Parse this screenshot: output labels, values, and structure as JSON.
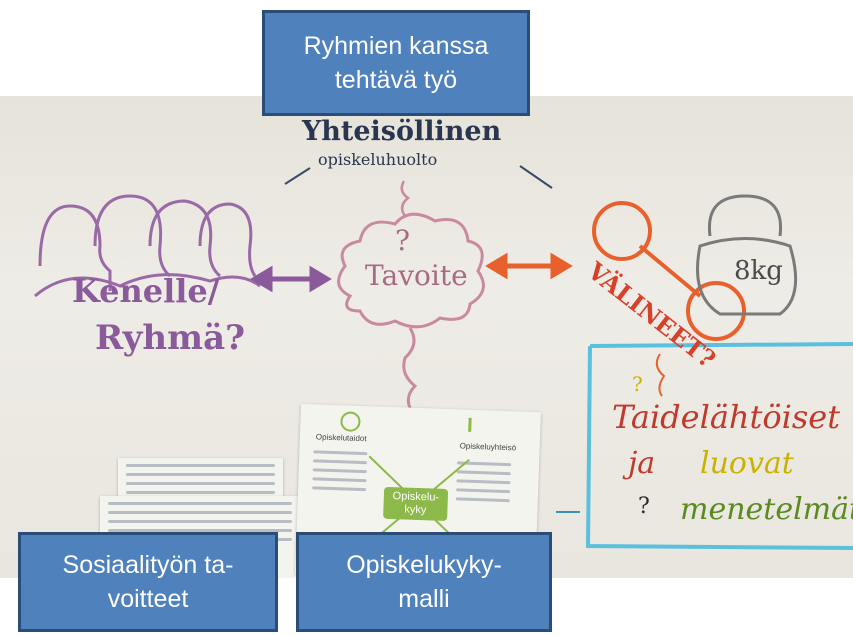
{
  "labels": {
    "top": "Ryhmien kanssa\ntehtävä työ",
    "bottom_left": "Sosiaalityön ta-\nvoitteet",
    "bottom_middle": "Opiskelukyky-\nmalli"
  },
  "handwriting": {
    "title_line1": "Yhteisöllinen",
    "title_line2": "opiskeluhuolto",
    "kenelle": "Kenelle/",
    "ryhma": "Ryhmä?",
    "tavoite": "Tavoite",
    "question_mark": "?",
    "valineet": "VÄLINEET?",
    "weight": "8kg",
    "taidelahtoiset": "Taidelähtöiset",
    "ja": "ja",
    "luovat": "luovat",
    "menetelmat": "menetelmät",
    "q_small": "?"
  },
  "sheet": {
    "center_label": "Opiskelu-\nkyky",
    "left_heading": "Opiskelutaidot",
    "right_heading": "Opiskeluyhteisö"
  },
  "colors": {
    "label_fill": "#4f81bd",
    "label_border": "#2a4d78",
    "purple_marker": "#8a5a9a",
    "pink_marker": "#c98aa0",
    "orange_marker": "#e8612c",
    "cyan_marker": "#5bc0de",
    "red_marker": "#c0392b",
    "yellow_marker": "#c8b400",
    "green_marker": "#7a9a2a"
  }
}
